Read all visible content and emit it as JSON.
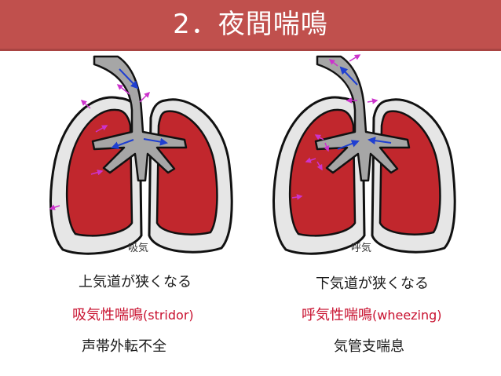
{
  "title": "2．夜間喘鳴",
  "left": {
    "label": "吸気",
    "line1": "上気道が狭くなる",
    "line2_main": "吸気性喘鳴",
    "line2_paren": "(stridor)",
    "line3": "声帯外転不全"
  },
  "right": {
    "label": "呼気",
    "line1": "下気道が狭くなる",
    "line2_main": "呼気性喘鳴",
    "line2_paren": "(wheezing)",
    "line3": "気管支喘息"
  },
  "colors": {
    "banner": "#c0504d",
    "lung_fill": "#c1272d",
    "pleura": "#e6e6e6",
    "airway": "#a6a6a6",
    "arrow_blue": "#1f3fd1",
    "arrow_magenta": "#cc33cc",
    "accent_text": "#c8102e"
  }
}
